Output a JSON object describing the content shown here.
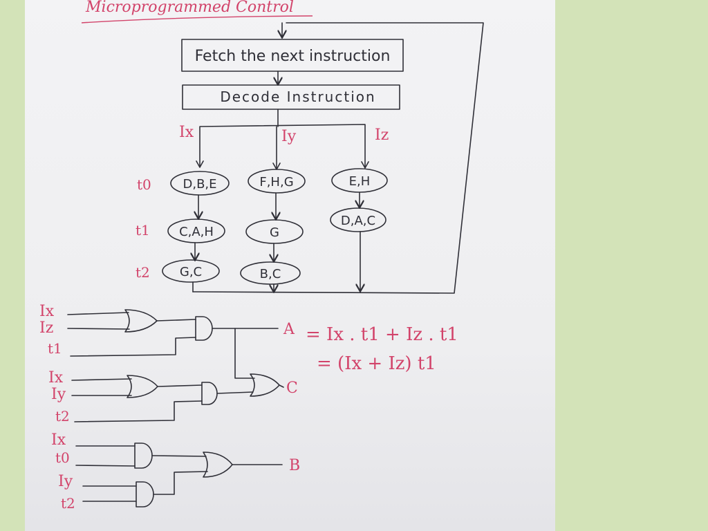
{
  "title": "Microprogrammed Control",
  "flow": {
    "fetch": "Fetch the next instruction",
    "decode": "Decode Instruction",
    "branches": [
      "Ix",
      "Iy",
      "Iz"
    ],
    "time_labels": [
      "t0",
      "t1",
      "t2"
    ],
    "states": {
      "ix_t0": "D,B,E",
      "iy_t0": "F,H,G",
      "iz_t0": "E,H",
      "ix_t1": "C,A,H",
      "iy_t1": "G",
      "iz_t1": "D,A,C",
      "ix_t2": "G,C",
      "iy_t2": "B,C"
    }
  },
  "logic": {
    "a_inputs": [
      "Ix",
      "Iz",
      "t1"
    ],
    "c_inputs": [
      "Ix",
      "Iy",
      "t2"
    ],
    "b_inputs": [
      "Ix",
      "t0",
      "Iy",
      "t2"
    ],
    "outputs": [
      "A",
      "C",
      "B"
    ]
  },
  "equation": {
    "line1": "= Ix . t1 + Iz . t1",
    "line2": "= (Ix + Iz) t1"
  }
}
